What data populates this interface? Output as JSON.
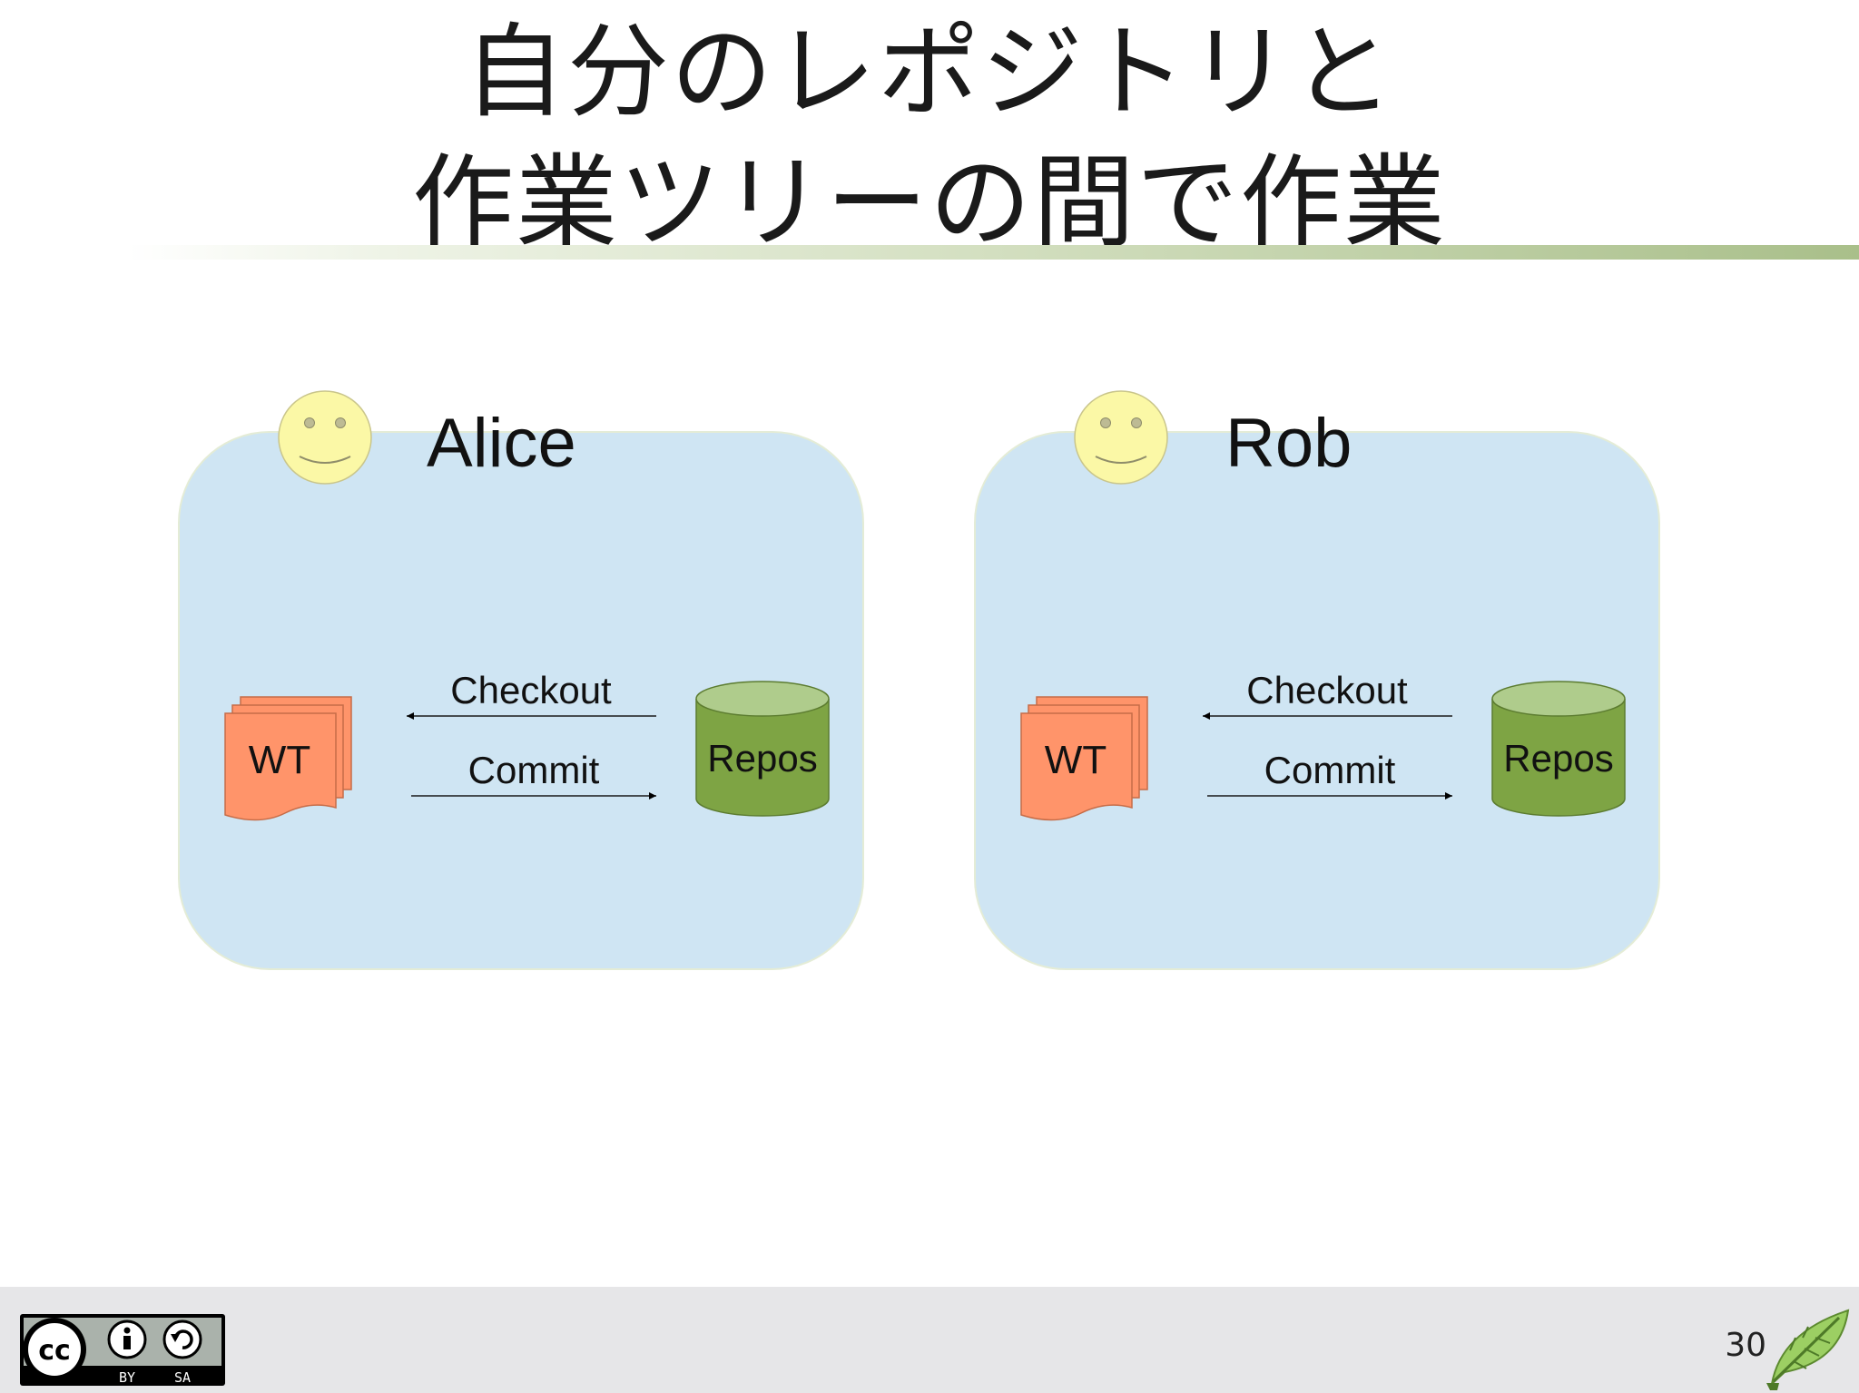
{
  "slide": {
    "title_line1": "自分のレポジトリと",
    "title_line2": "作業ツリーの間で作業",
    "page_number": "30"
  },
  "panels": [
    {
      "user": "Alice",
      "working_tree": "WT",
      "repository": "Repos",
      "checkout": "Checkout",
      "commit": "Commit"
    },
    {
      "user": "Rob",
      "working_tree": "WT",
      "repository": "Repos",
      "checkout": "Checkout",
      "commit": "Commit"
    }
  ],
  "license": {
    "cc": "cc",
    "by": "BY",
    "sa": "SA"
  },
  "colors": {
    "panel": "#cfe5f3",
    "doc": "#ff946a",
    "repo": "#7ea444",
    "repo_top": "#afcc8c",
    "smiley": "#fbf8a6",
    "rule": "#a9bf8a",
    "footer": "#e6e6e8"
  }
}
